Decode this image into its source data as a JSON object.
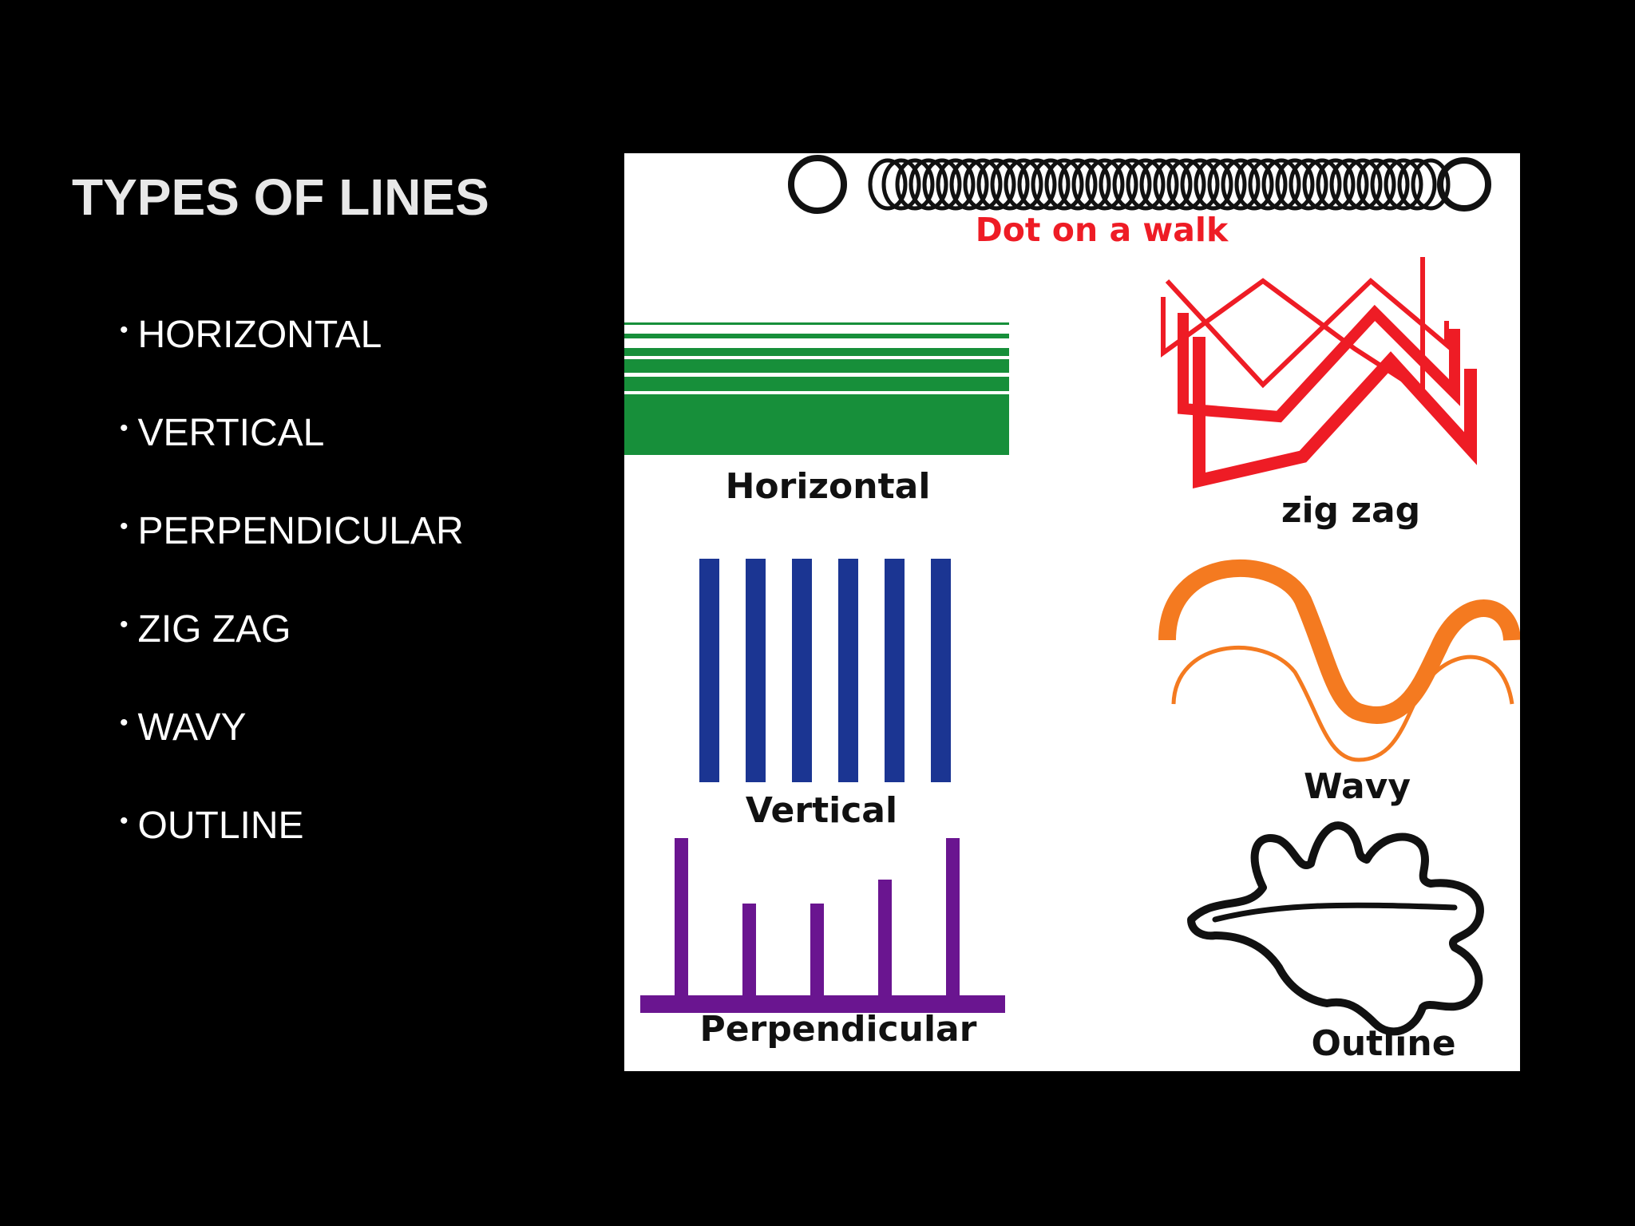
{
  "slide": {
    "title": "TYPES OF LINES",
    "bullets": [
      "HORIZONTAL",
      "VERTICAL",
      "PERPENDICULAR",
      "ZIG ZAG",
      "WAVY",
      "OUTLINE"
    ]
  },
  "figure": {
    "labels": {
      "dot_walk": "Dot on a walk",
      "horizontal": "Horizontal",
      "zigzag": "zig zag",
      "vertical": "Vertical",
      "wavy": "Wavy",
      "perpendicular": "Perpendicular",
      "outline": "Outline"
    },
    "colors": {
      "background": "#000000",
      "title": "#e8e8e8",
      "bullet_text": "#ffffff",
      "dot_walk_label": "#ee1c25",
      "horizontal": "#178f3a",
      "zigzag": "#ee1c25",
      "vertical": "#1b3592",
      "wavy": "#f47a20",
      "perpendicular": "#6a1590",
      "outline": "#111111"
    }
  }
}
